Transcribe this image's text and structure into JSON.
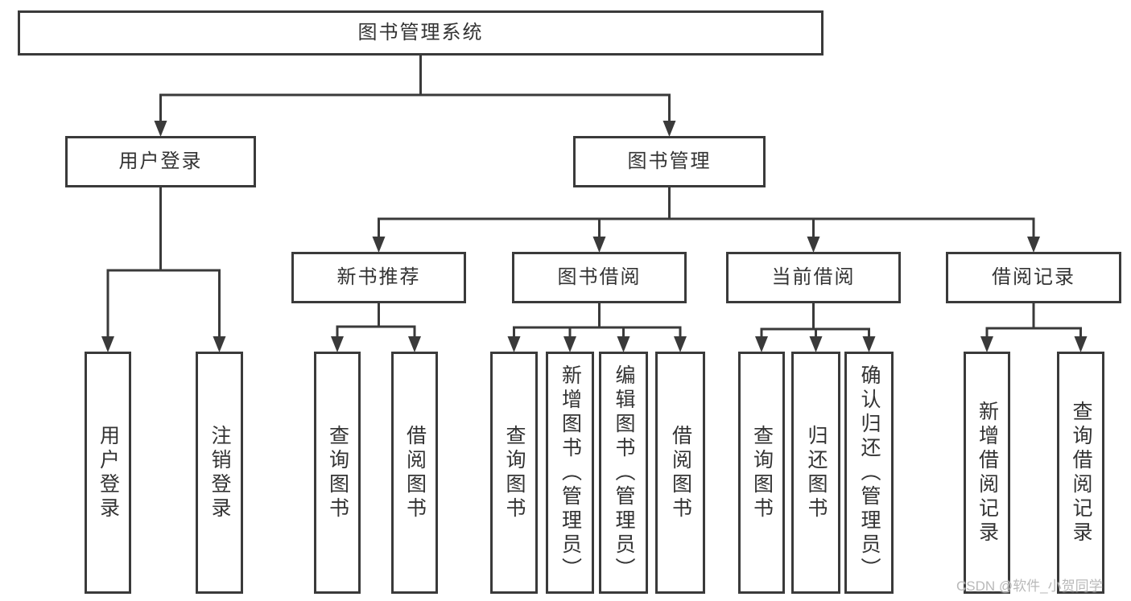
{
  "diagram_title": "图书管理系统",
  "nodes": {
    "root": {
      "label": "图书管理系统"
    },
    "user_login": {
      "label": "用户登录"
    },
    "book_mgmt": {
      "label": "图书管理"
    },
    "new_book_rec": {
      "label": "新书推荐"
    },
    "book_borrow": {
      "label": "图书借阅"
    },
    "current_borrow": {
      "label": "当前借阅"
    },
    "borrow_record": {
      "label": "借阅记录"
    },
    "ul_user_login": {
      "label": "用户登录"
    },
    "ul_logout": {
      "label": "注销登录"
    },
    "nb_query_book": {
      "label": "查询图书"
    },
    "nb_borrow_book": {
      "label": "借阅图书"
    },
    "bb_query_book": {
      "label": "查询图书"
    },
    "bb_add_book": {
      "label": "新增图书（管理员）"
    },
    "bb_edit_book": {
      "label": "编辑图书（管理员）"
    },
    "bb_borrow_book": {
      "label": "借阅图书"
    },
    "cb_query_book": {
      "label": "查询图书"
    },
    "cb_return_book": {
      "label": "归还图书"
    },
    "cb_confirm_return": {
      "label": "确认归还（管理员）"
    },
    "br_add_record": {
      "label": "新增借阅记录"
    },
    "br_query_record": {
      "label": "查询借阅记录"
    }
  },
  "edges": [
    {
      "from": "root",
      "to": [
        "user_login",
        "book_mgmt"
      ]
    },
    {
      "from": "user_login",
      "to": [
        "ul_user_login",
        "ul_logout"
      ]
    },
    {
      "from": "book_mgmt",
      "to": [
        "new_book_rec",
        "book_borrow",
        "current_borrow",
        "borrow_record"
      ]
    },
    {
      "from": "new_book_rec",
      "to": [
        "nb_query_book",
        "nb_borrow_book"
      ]
    },
    {
      "from": "book_borrow",
      "to": [
        "bb_query_book",
        "bb_add_book",
        "bb_edit_book",
        "bb_borrow_book"
      ]
    },
    {
      "from": "current_borrow",
      "to": [
        "cb_query_book",
        "cb_return_book",
        "cb_confirm_return"
      ]
    },
    {
      "from": "borrow_record",
      "to": [
        "br_add_record",
        "br_query_record"
      ]
    }
  ],
  "watermark": {
    "text": "CSDN @软件_小贺同学"
  },
  "colors": {
    "line": "#3a3a3a",
    "box_border": "#3a3a3a",
    "box_background": "#ffffff",
    "text": "#333333",
    "watermark_text": "#b9b9b9"
  }
}
